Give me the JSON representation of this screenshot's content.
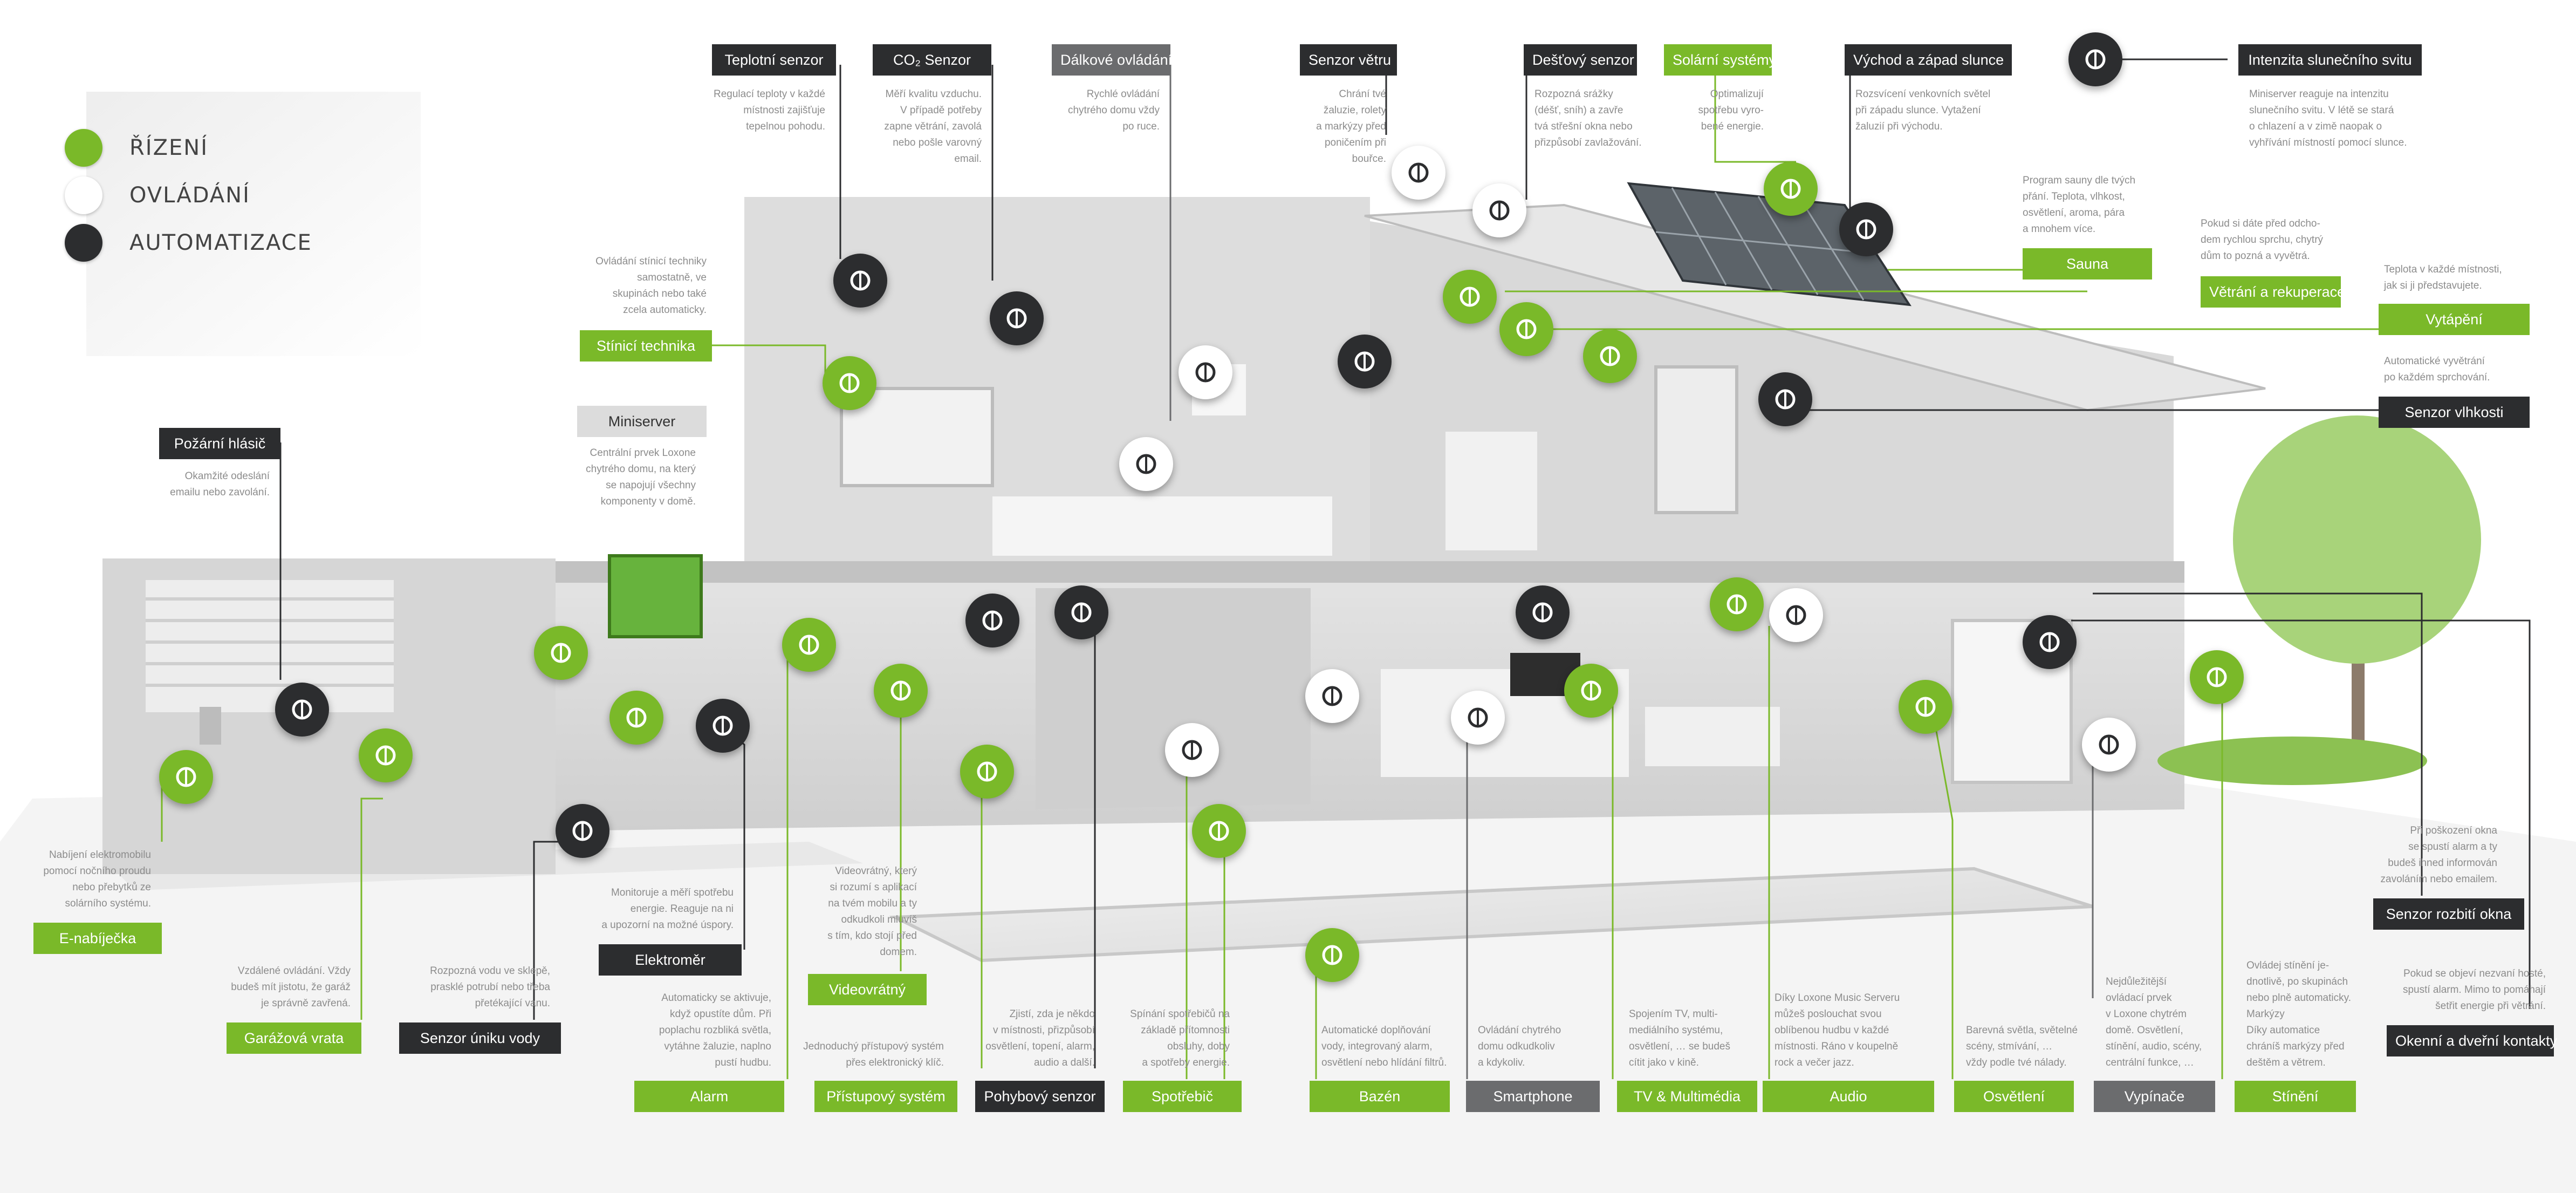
{
  "legend": [
    {
      "label": "ŘÍZENÍ",
      "color": "#7ab929"
    },
    {
      "label": "OVLÁDÁNÍ",
      "color": "#ffffff"
    },
    {
      "label": "AUTOMATIZACE",
      "color": "#2c2d2f"
    }
  ],
  "colors": {
    "green": "#7ab929",
    "dark": "#2c2d2f",
    "gray": "#6b6c6e",
    "light": "#dcdcdc"
  },
  "top_labels": {
    "teplotni": {
      "title": "Teplotní senzor",
      "text": "Regulací teploty v každé\nmístnosti zajišťuje\ntepelnou pohodu."
    },
    "co2": {
      "title": "CO₂ Senzor",
      "text": "Měří kvalitu vzduchu.\nV případě potřeby\nzapne větrání, zavolá\nnebo pošle varovný\nemail."
    },
    "dalkove": {
      "title": "Dálkové ovládání",
      "text": "Rychlé ovládání\nchytrého domu vždy\npo ruce."
    },
    "vetru": {
      "title": "Senzor větru",
      "text": "Chrání tvé\nžaluzie, rolety\na markýzy před\nponičením při\nbouřce."
    },
    "destovy": {
      "title": "Dešťový senzor",
      "text": "Rozpozná srážky\n(déšť, sníh) a zavře\ntvá střešní okna nebo\npřizpůsobí zavlažování."
    },
    "solarni": {
      "title": "Solární systémy",
      "text": "Optimalizují\nspotřebu vyro-\nbené energie."
    },
    "vychod": {
      "title": "Východ a západ slunce",
      "text": "Rozsvícení venkovních světel\npři západu slunce. Vytažení\nžaluzií při východu."
    },
    "intenzita": {
      "title": "Intenzita slunečního svitu",
      "text": "Miniserver reaguje na intenzitu\nslunečního svitu. V létě se stará\no chlazení a v zimě naopak o\nvyhřívání místností pomocí slunce."
    }
  },
  "right_labels": {
    "sauna": {
      "title": "Sauna",
      "text": "Program sauny dle tvých\npřání. Teplota, vlhkost,\nosvětlení, aroma, pára\na mnohem více."
    },
    "vetrani": {
      "title": "Větrání a rekuperace",
      "text": "Pokud si dáte před odcho-\ndem rychlou sprchu, chytrý\ndům to pozná a vyvětrá."
    },
    "vytapeni": {
      "title": "Vytápění",
      "text": "Teplota v každé místnosti,\njak si ji představujete."
    },
    "vlhkosti": {
      "title": "Senzor vlhkosti",
      "text": "Automatické vyvětrání\npo každém sprchování."
    },
    "rozbiti": {
      "title": "Senzor rozbití okna",
      "text": "Při poškození okna\nse spustí alarm a ty\nbudeš ihned informován\nzavoláním nebo emailem."
    },
    "okenni": {
      "title": "Okenní a dveřní kontakty",
      "text": "Pokud se objeví nezvaní hosté,\nspustí alarm. Mimo to pomáhají\nšetřit energie při větrání."
    }
  },
  "left_labels": {
    "stinici_tech": {
      "title": "Stínicí technika",
      "text": "Ovládání stínicí techniky\nsamostatně, ve\nskupinách nebo také\nzcela automaticky."
    },
    "miniserver": {
      "title": "Miniserver",
      "text": "Centrální prvek Loxone\nchytrého domu, na který\nse napojují všechny\nkomponenty v domě."
    },
    "pozarni": {
      "title": "Požární hlásič",
      "text": "Okamžité odeslání\nemailu nebo zavolání."
    },
    "enabijecka": {
      "title": "E-nabíječka",
      "text": "Nabíjení elektromobilu\npomocí nočního proudu\nnebo přebytků ze\nsolárního systému."
    },
    "elektromer": {
      "title": "Elektroměr",
      "text": "Monitoruje a měří spotřebu\nenergie. Reaguje na ni\na upozorní na možné úspory."
    },
    "videovratny": {
      "title": "Videovrátný",
      "text": "Videovrátný, který\nsi rozumí s aplikací\nna tvém mobilu a ty\nodkudkoli mluvíš\ns tím, kdo stojí před\ndomem."
    }
  },
  "bottom_labels": {
    "garazova": {
      "title": "Garážová vrata",
      "text": "Vzdálené ovládání. Vždy\nbudeš mít jistotu, že garáž\nje správně zavřená."
    },
    "uniku": {
      "title": "Senzor úniku vody",
      "text": "Rozpozná vodu ve sklepě,\nprasklé potrubí nebo třeba\npřetékající vanu."
    },
    "alarm": {
      "title": "Alarm",
      "text": "Automaticky se aktivuje,\nkdyž opustíte dům. Při\npoplachu rozbliká světla,\nvytáhne žaluzie, naplno\npustí hudbu."
    },
    "pristupovy": {
      "title": "Přístupový systém",
      "text": "Jednoduchý přístupový systém\npřes elektronický klíč."
    },
    "pohybovy": {
      "title": "Pohybový senzor",
      "text": "Zjistí, zda je někdo\nv místnosti, přizpůsobí\nosvětlení, topení, alarm,\naudio a další."
    },
    "spotrebic": {
      "title": "Spotřebič",
      "text": "Spínání spotřebičů na\nzákladě přítomnosti\nobsluhy, doby\na spotřeby energie."
    },
    "bazen": {
      "title": "Bazén",
      "text": "Automatické doplňování\nvody, integrovaný alarm,\nosvětlení nebo hlídání filtrů."
    },
    "smartphone": {
      "title": "Smartphone",
      "text": "Ovládání chytrého\ndomu odkudkoliv\na kdykoliv."
    },
    "tv": {
      "title": "TV & Multimédia",
      "text": "Spojením TV, multi-\nmediálního systému,\nosvětlení, … se budeš\ncítit jako v kině."
    },
    "audio": {
      "title": "Audio",
      "text": "Díky Loxone Music Serveru\nmůžeš poslouchat svou\noblíbenou hudbu v každé\nmístnosti. Ráno v koupelně\nrock a večer jazz."
    },
    "osvetleni": {
      "title": "Osvětlení",
      "text": "Barevná světla, světelné\nscény, stmívání, …\nvždy podle tvé nálady."
    },
    "vypinace": {
      "title": "Vypínače",
      "text": "Nejdůležitější\novládací prvek\nv Loxone chytrém\ndomě. Osvětlení,\nstínění, audio, scény,\ncentrální funkce, …"
    },
    "stineni": {
      "title": "Stínění",
      "text": "Ovládej stínění je-\ndnotlivě, po skupinách\nnebo plně automaticky.\nMarkýzy\nDíky automatice\nchráníš markýzy před\ndeštěm a větrem."
    }
  },
  "icons": [
    "thermometer-icon",
    "co2-cloud-icon",
    "fan-icon",
    "fire-icon",
    "remote-control-icon",
    "wind-sock-icon",
    "rain-cloud-icon",
    "solar-panel-icon",
    "sunrise-icon",
    "sun-icon",
    "sauna-icon",
    "ventilation-icon",
    "radiator-icon",
    "humidity-icon",
    "blinds-icon",
    "smoke-fire-icon",
    "ev-charger-icon",
    "garage-door-icon",
    "radiator-left-icon",
    "ventilation-left-icon",
    "water-drop-icon",
    "electricity-meter-icon",
    "alarm-siren-icon",
    "intercom-icon",
    "door-contact-icon",
    "key-icon",
    "motion-sensor-icon",
    "door-contact-upper-icon",
    "switch-icon",
    "plug-icon",
    "pool-icon",
    "phone-icon",
    "tablet-icon",
    "motion-sensor-right-icon",
    "music-note-icon",
    "door-contact-right-icon",
    "tv-icon",
    "light-bulb-icon",
    "window-contact-icon",
    "switch-right-icon",
    "awning-icon"
  ]
}
